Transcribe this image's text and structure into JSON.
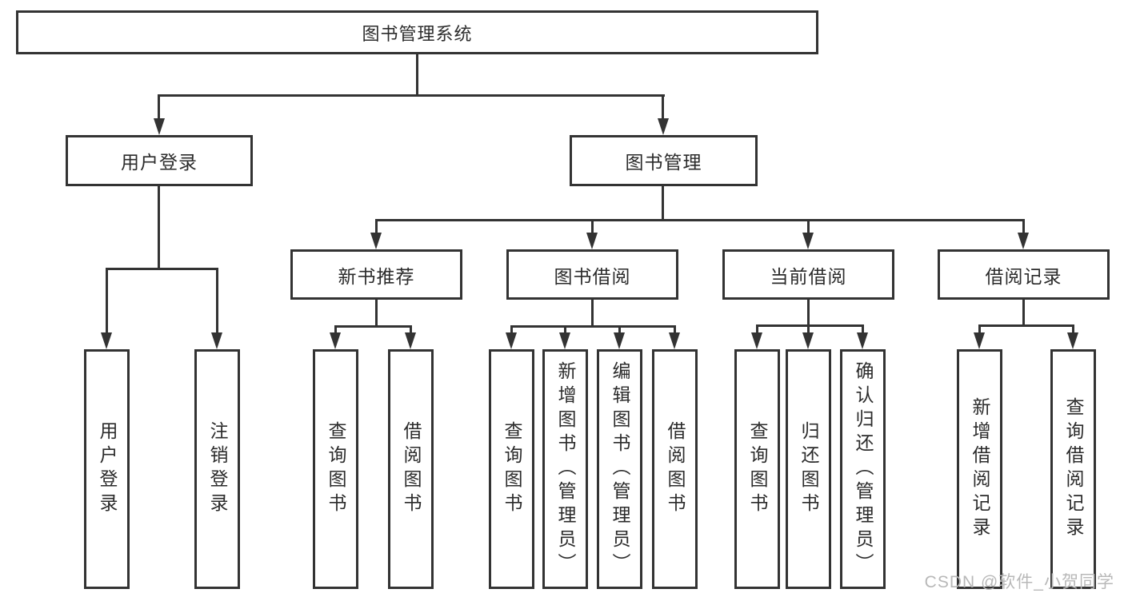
{
  "diagram": {
    "title": "图书管理系统",
    "branches": [
      {
        "label": "用户登录",
        "children": [
          {
            "label": "用户登录"
          },
          {
            "label": "注销登录"
          }
        ]
      },
      {
        "label": "图书管理",
        "sections": [
          {
            "label": "新书推荐",
            "children": [
              {
                "label": "查询图书"
              },
              {
                "label": "借阅图书"
              }
            ]
          },
          {
            "label": "图书借阅",
            "children": [
              {
                "label": "查询图书"
              },
              {
                "label": "新增图书（管理员）"
              },
              {
                "label": "编辑图书（管理员）"
              },
              {
                "label": "借阅图书"
              }
            ]
          },
          {
            "label": "当前借阅",
            "children": [
              {
                "label": "查询图书"
              },
              {
                "label": "归还图书"
              },
              {
                "label": "确认归还（管理员）"
              }
            ]
          },
          {
            "label": "借阅记录",
            "children": [
              {
                "label": "新增借阅记录"
              },
              {
                "label": "查询借阅记录"
              }
            ]
          }
        ]
      }
    ]
  },
  "watermark": {
    "text": "CSDN @软件_小贺同学"
  },
  "colors": {
    "line": "#333333",
    "text": "#2b2b2b",
    "watermark": "#b8b8b8",
    "background": "#ffffff"
  }
}
